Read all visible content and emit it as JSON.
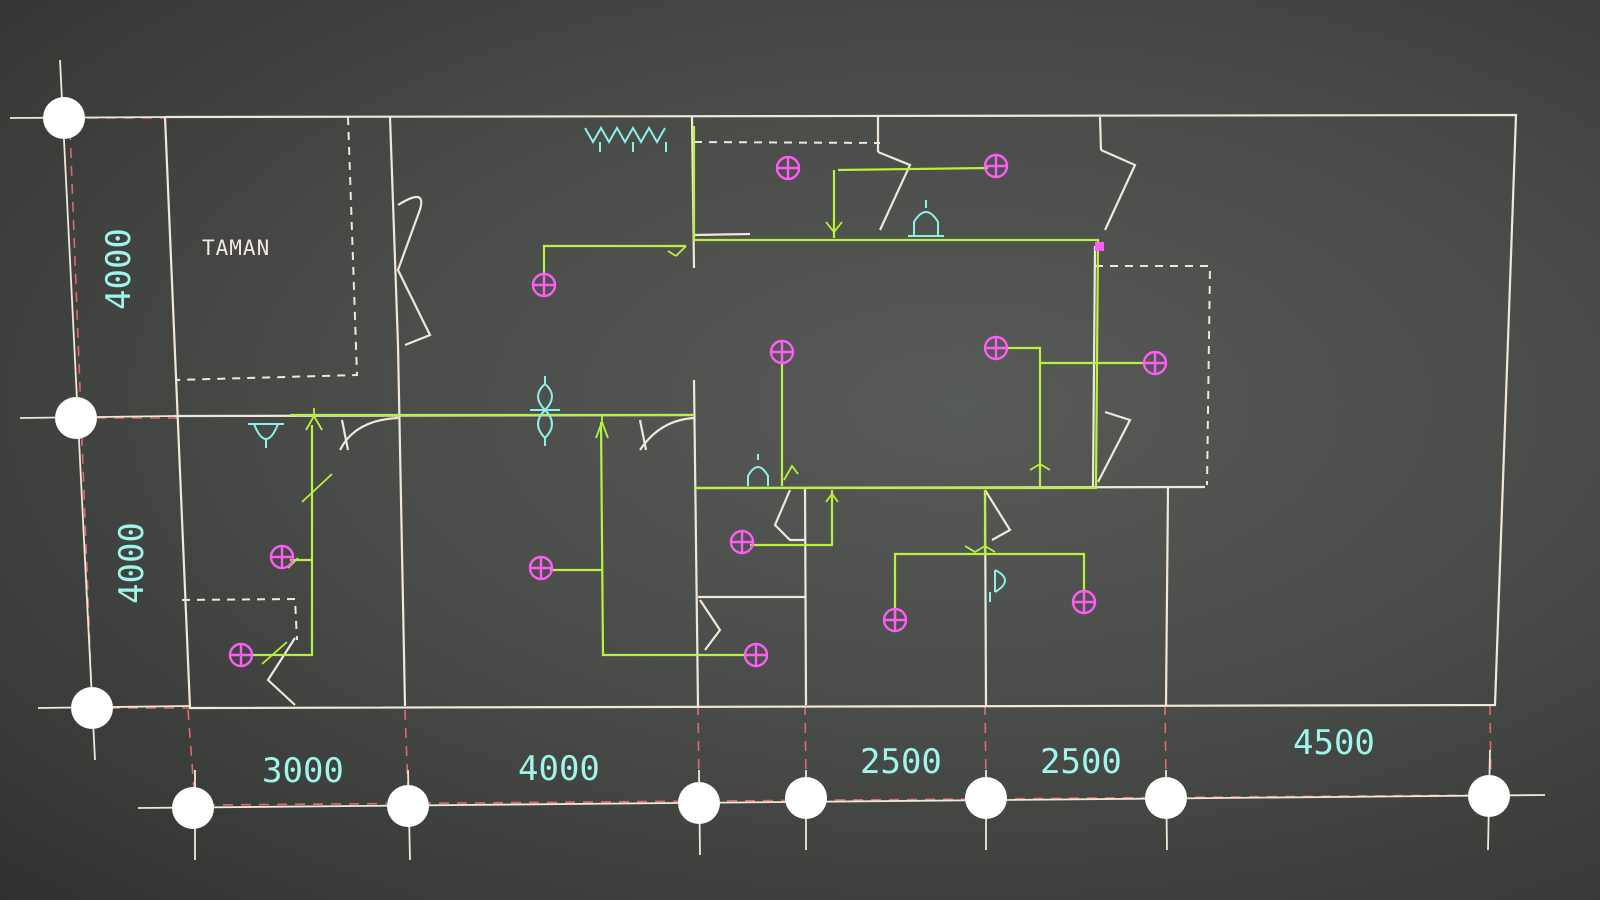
{
  "drawing": {
    "room_label": "TAMAN",
    "dimensions_left": [
      "4000",
      "4000"
    ],
    "dimensions_bottom": [
      "3000",
      "4000",
      "2500",
      "2500",
      "4500"
    ]
  },
  "colors": {
    "background": "#4a4c4a",
    "walls": "#f1e7d8",
    "grid_axis": "#e06a6a",
    "dimension_text": "#9ff5ec",
    "wiring": "#b8f23e",
    "lamp_symbol": "#ff5cf5",
    "fixture_symbol": "#8ff0ea"
  },
  "symbols": {
    "lamp": "circle-cross-icon",
    "switch": "switch-icon",
    "fixture": "ac-outlet-icon"
  }
}
